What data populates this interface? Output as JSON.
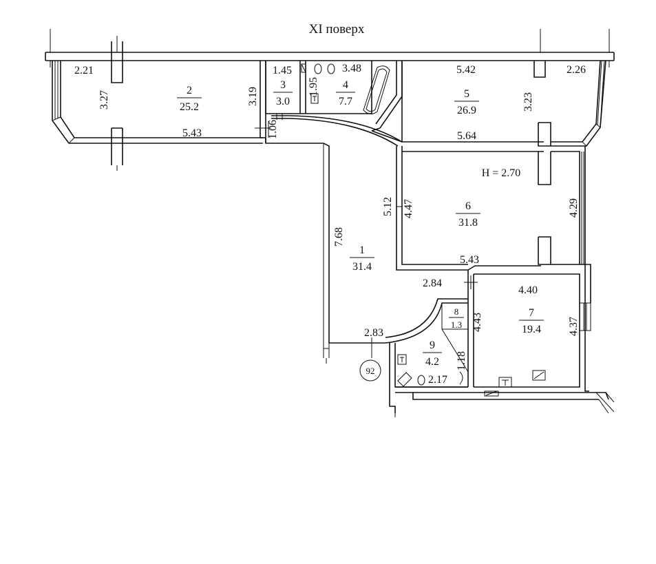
{
  "floor_title": "XI поверх",
  "height_label": "H = 2.70",
  "entrance_number": "92",
  "rooms": [
    {
      "id": "1",
      "area": "31.4"
    },
    {
      "id": "2",
      "area": "25.2"
    },
    {
      "id": "3",
      "area": "3.0"
    },
    {
      "id": "4",
      "area": "7.7"
    },
    {
      "id": "5",
      "area": "26.9"
    },
    {
      "id": "6",
      "area": "31.8"
    },
    {
      "id": "7",
      "area": "19.4"
    },
    {
      "id": "8",
      "area": "1.3"
    },
    {
      "id": "9",
      "area": "4.2"
    }
  ],
  "dimensions": {
    "r2_top_left": "2.21",
    "r2_left": "3.27",
    "r2_right": "3.19",
    "r2_bottom": "5.43",
    "r3_top": "1.45",
    "r3_bottom": "1.06",
    "r4_left": "1.95",
    "r4_top": "3.48",
    "r5_top": "5.42",
    "r5_top_right": "2.26",
    "r5_right": "3.23",
    "r5_bottom": "5.64",
    "r6_left_outer": "5.12",
    "r6_left_inner": "4.47",
    "r6_right": "4.29",
    "r6_bottom": "5.43",
    "r1_left": "7.68",
    "r1_mid": "2.84",
    "r1_bottom": "2.83",
    "r7_top": "4.40",
    "r7_left": "4.43",
    "r7_right": "4.37",
    "r9_right": "1.18",
    "r9_bottom": "2.17"
  }
}
